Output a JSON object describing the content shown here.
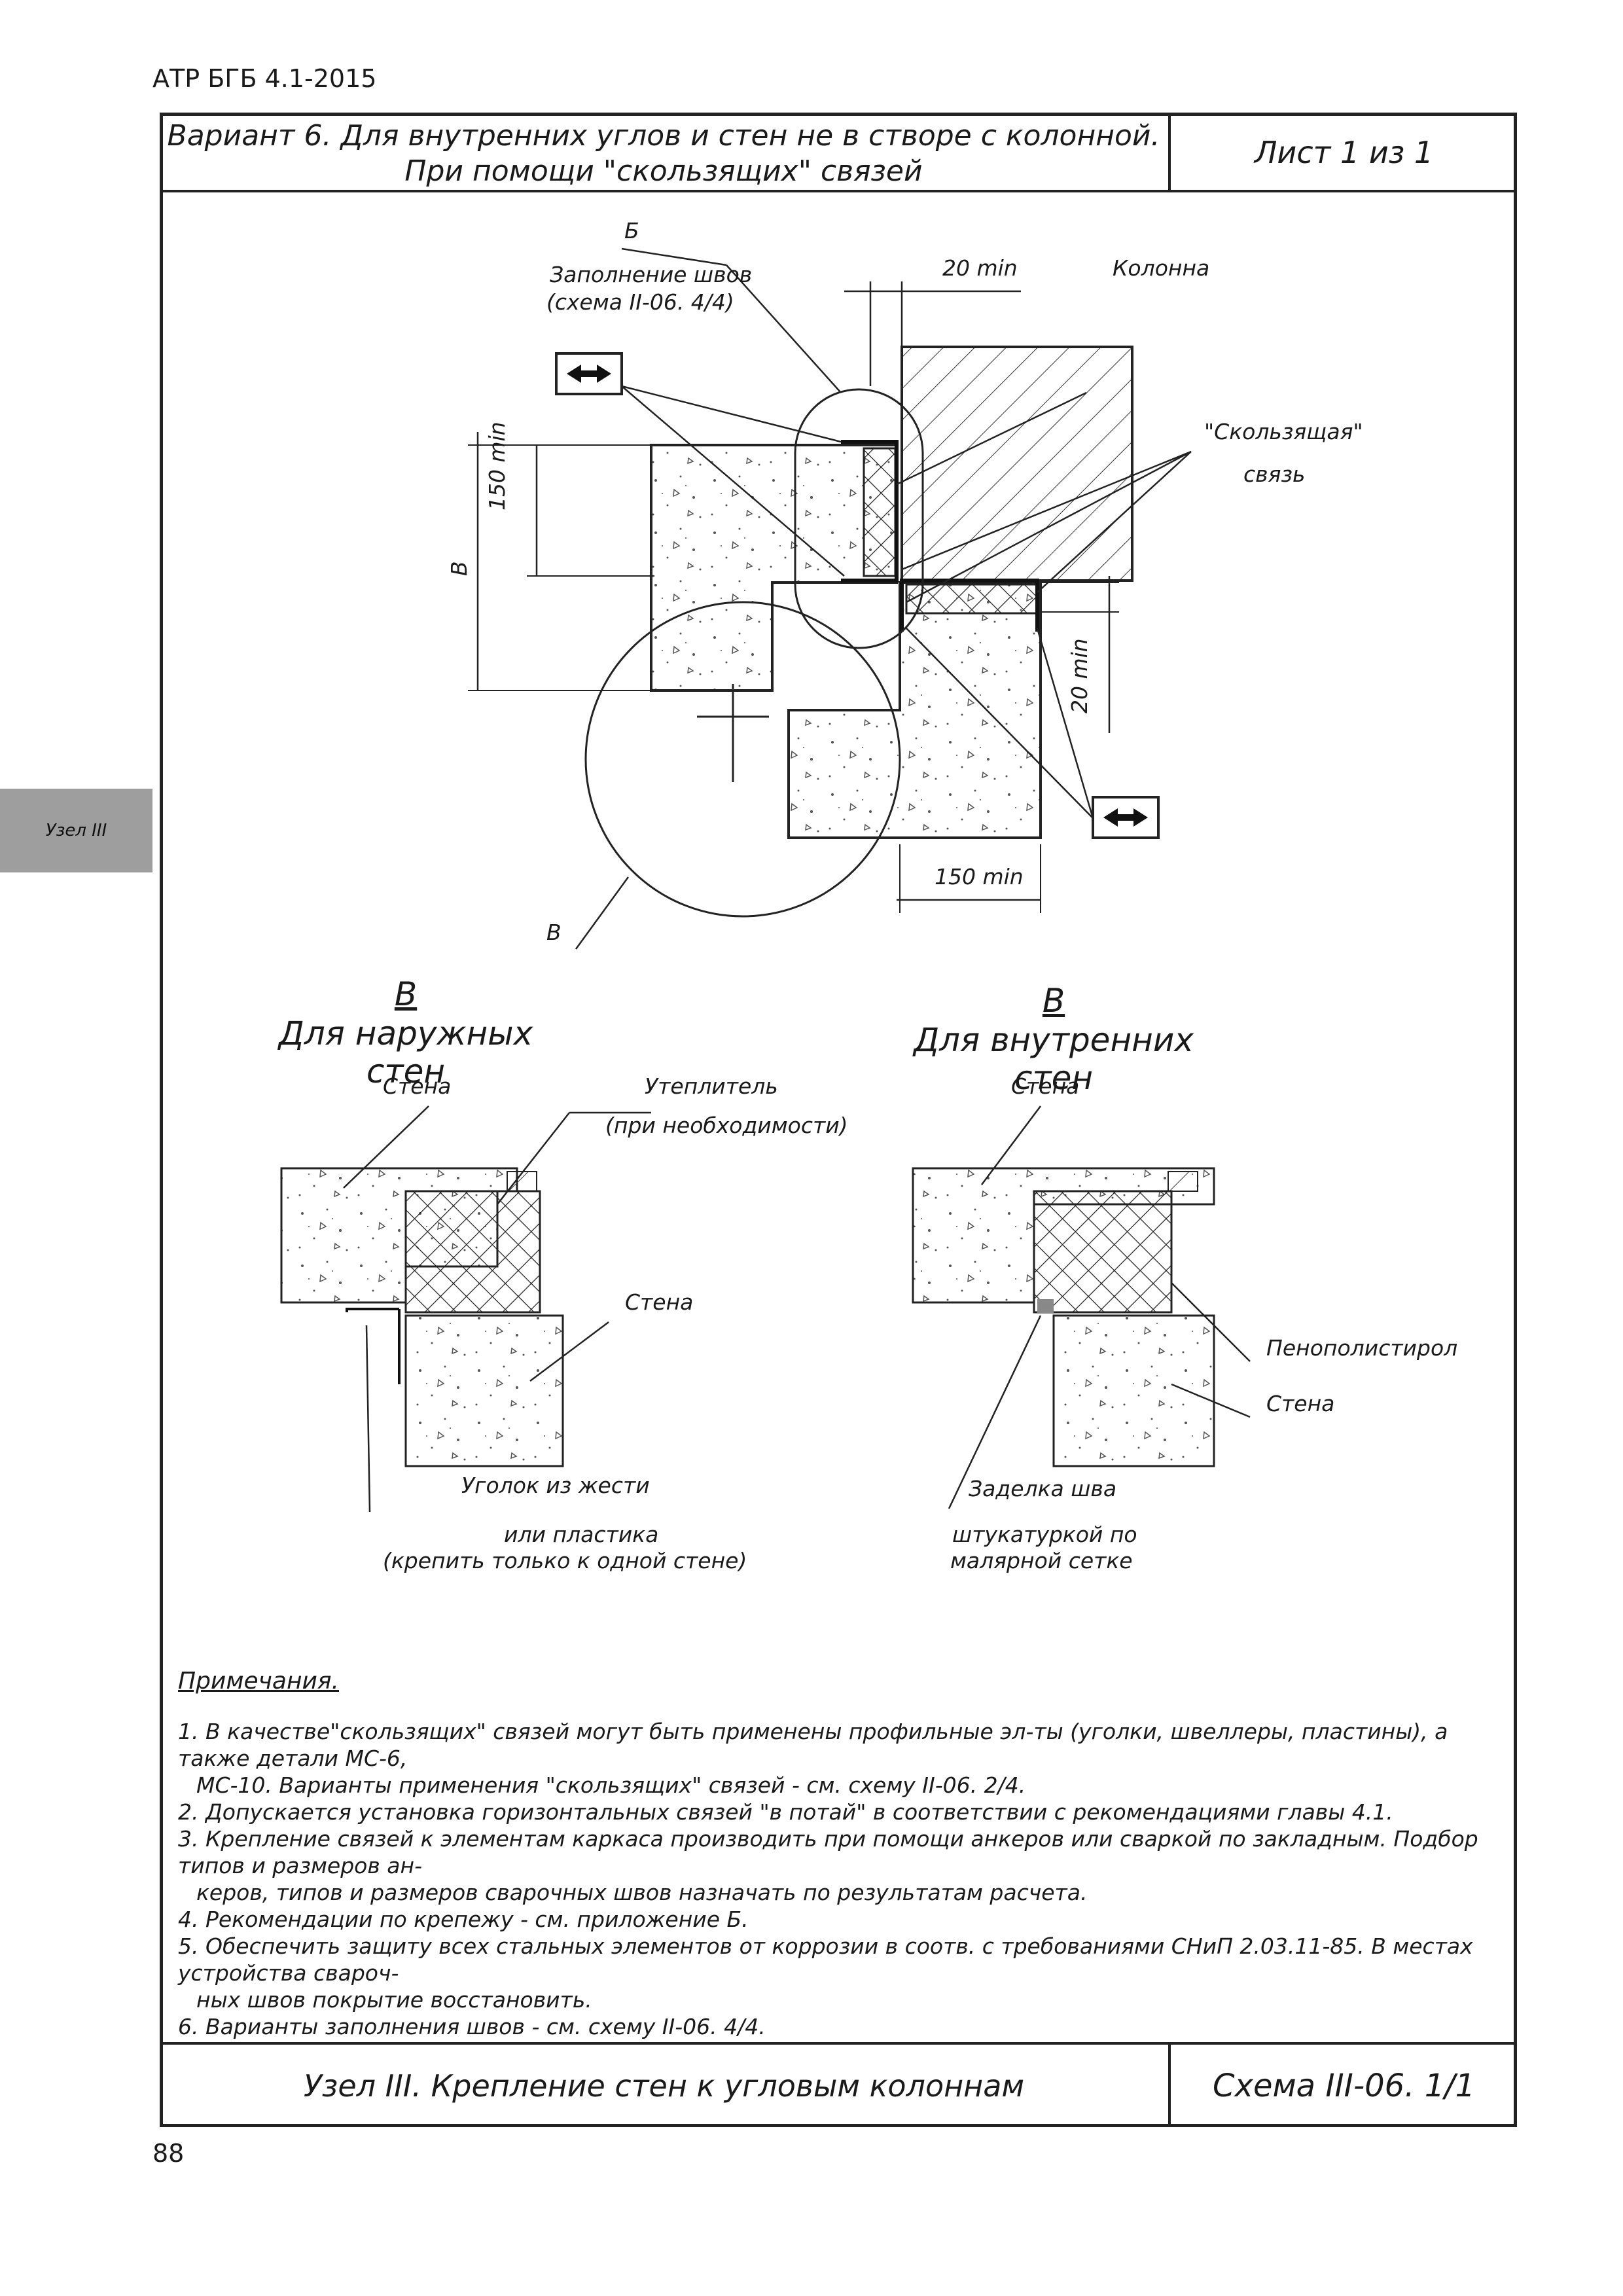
{
  "header": {
    "doc_code": "АТР БГБ 4.1-2015",
    "title_line1": "Вариант 6. Для внутренних углов и стен не в створе с колонной.",
    "title_line2": "При помощи \"скользящих\" связей",
    "sheet": "Лист 1 из 1"
  },
  "side_tab": "Узел III",
  "main_drawing": {
    "label_B": "Б",
    "label_V": "В",
    "seam_fill_1": "Заполнение швов",
    "seam_fill_2": "(схема II-06. 4/4)",
    "dim_20_top": "20 min",
    "column": "Колонна",
    "sliding_1": "\"Скользящая\"",
    "sliding_2": "связь",
    "dim_150_left": "150 min",
    "dim_V": "В",
    "dim_20_right": "20 min",
    "dim_150_bottom": "150 min"
  },
  "detail_outer": {
    "letter": "В",
    "heading": "Для наружных стен",
    "wall_top": "Стена",
    "insulation_1": "Утеплитель",
    "insulation_2": "(при необходимости)",
    "wall_right": "Стена",
    "angle_1": "Уголок из жести",
    "angle_2": "или пластика",
    "angle_3": "(крепить только к одной стене)"
  },
  "detail_inner": {
    "letter": "В",
    "heading": "Для внутренних стен",
    "wall_top": "Стена",
    "foam": "Пенополистирол",
    "wall_right": "Стена",
    "seal_1": "Заделка шва",
    "seal_2": "штукатуркой по",
    "seal_3": "малярной сетке"
  },
  "notes": {
    "title": "Примечания.",
    "items": [
      "1. В качестве\"скользящих\" связей могут быть применены профильные эл-ты (уголки, швеллеры, пластины), а также детали МС-6,",
      "МС-10. Варианты применения \"скользящих\" связей - см. схему II-06. 2/4.",
      "2. Допускается установка горизонтальных связей \"в потай\" в соответствии с рекомендациями главы 4.1.",
      "3. Крепление связей к элементам каркаса производить при помощи анкеров или сваркой по закладным. Подбор типов и размеров ан-",
      "керов, типов и размеров сварочных швов назначать по результатам расчета.",
      "4. Рекомендации по крепежу - см. приложение Б.",
      "5. Обеспечить защиту всех стальных элементов от коррозии в соотв. с требованиями СНиП 2.03.11-85. В местах устройства свароч-",
      "ных швов покрытие восстановить.",
      "6. Варианты заполнения швов - см. схему II-06. 4/4."
    ]
  },
  "footer": {
    "title": "Узел III. Крепление стен к угловым колоннам",
    "scheme": "Схема III-06. 1/1"
  },
  "page_number": "88"
}
